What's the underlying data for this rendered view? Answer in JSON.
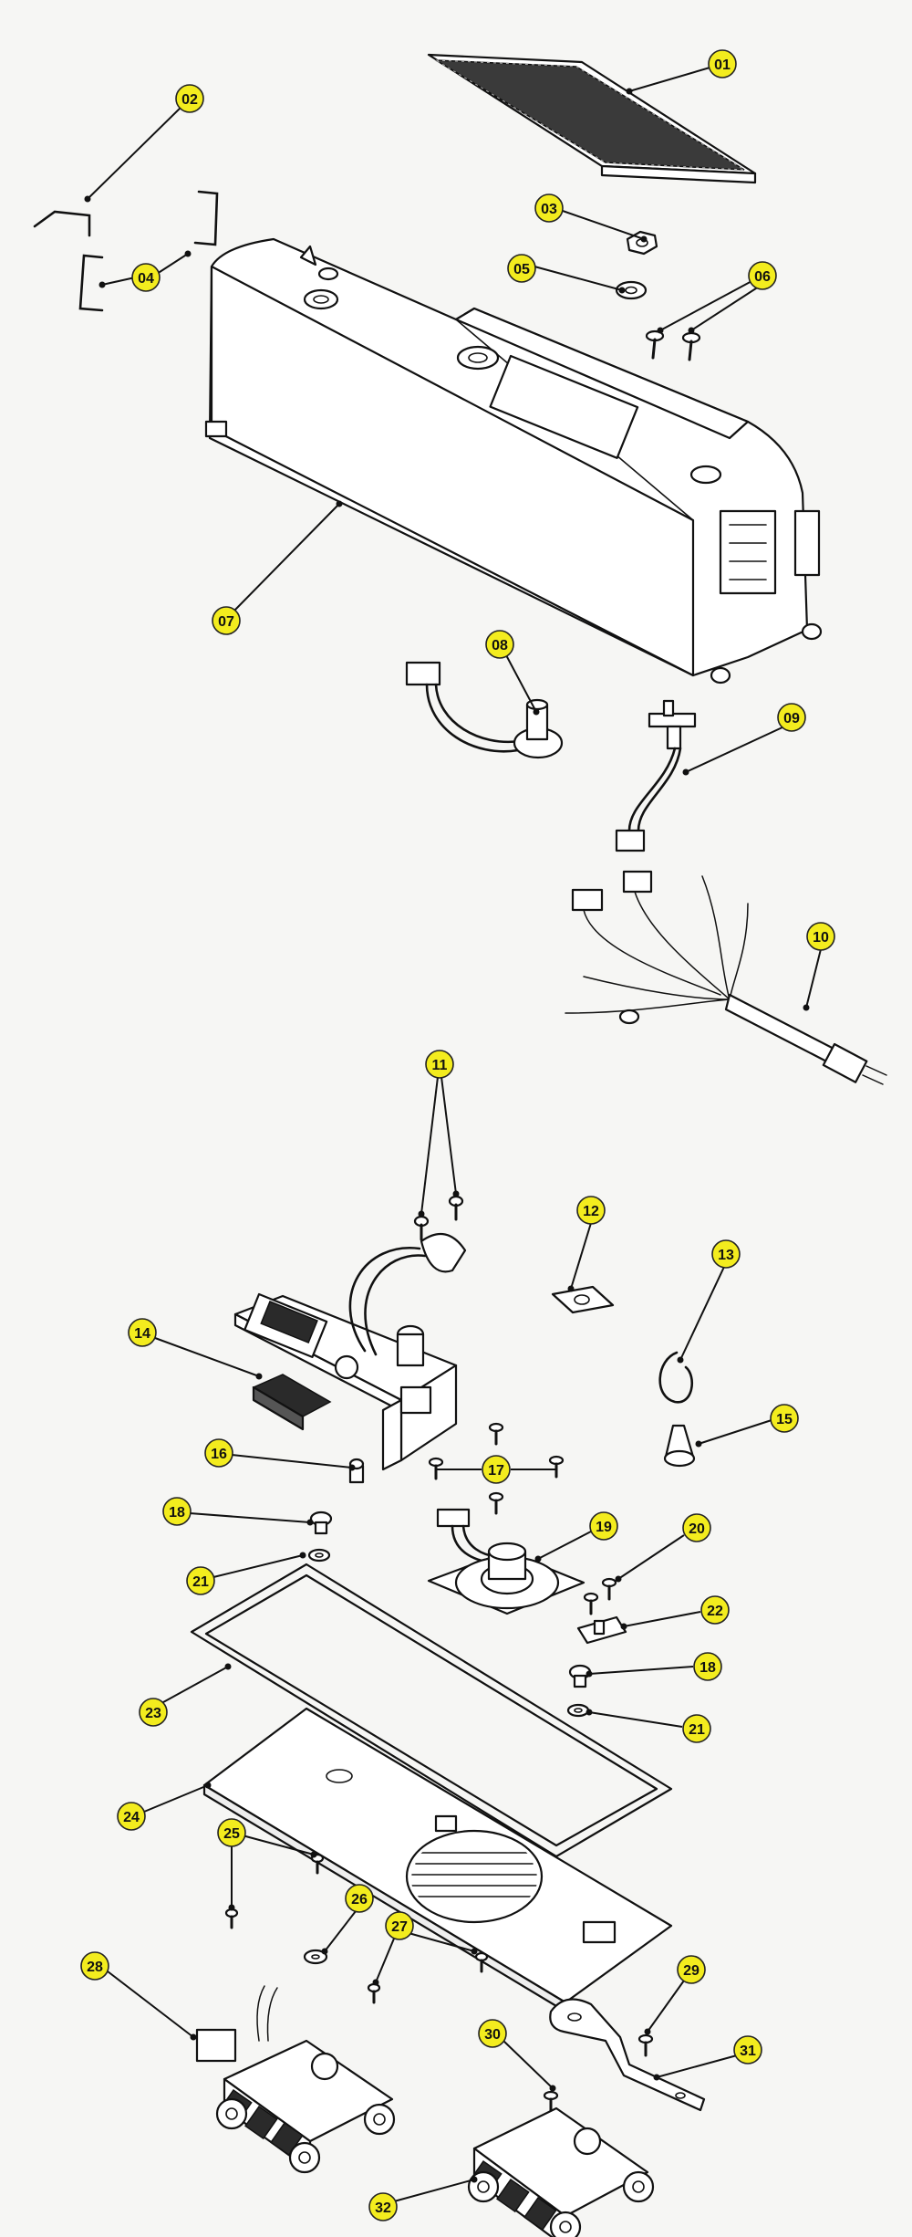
{
  "theme": {
    "callout_fill": "#f3ec1e",
    "callout_stroke": "#222222",
    "line_color": "#111111",
    "background": "#f6f6f4"
  },
  "callouts": [
    {
      "id": "01",
      "label": "01",
      "part": "speaker-grille-mesh"
    },
    {
      "id": "02",
      "label": "02",
      "part": "grab-iron-left"
    },
    {
      "id": "03",
      "label": "03",
      "part": "hex-nut"
    },
    {
      "id": "04",
      "label": "04",
      "part": "grab-iron-pair"
    },
    {
      "id": "05",
      "label": "05",
      "part": "washer"
    },
    {
      "id": "06",
      "label": "06",
      "part": "screw-pair-top"
    },
    {
      "id": "07",
      "label": "07",
      "part": "tender-shell"
    },
    {
      "id": "08",
      "label": "08",
      "part": "smoke-unit-harness"
    },
    {
      "id": "09",
      "label": "09",
      "part": "switch-harness"
    },
    {
      "id": "10",
      "label": "10",
      "part": "tether-cable"
    },
    {
      "id": "11",
      "label": "11",
      "part": "board-screws"
    },
    {
      "id": "12",
      "label": "12",
      "part": "mounting-plate"
    },
    {
      "id": "13",
      "label": "13",
      "part": "retaining-clip"
    },
    {
      "id": "14",
      "label": "14",
      "part": "foam-pad"
    },
    {
      "id": "15",
      "label": "15",
      "part": "wire-nut"
    },
    {
      "id": "16",
      "label": "16",
      "part": "bulb"
    },
    {
      "id": "17",
      "label": "17",
      "part": "speaker-screws"
    },
    {
      "id": "18",
      "label": "18",
      "part": "truck-pivot-screw"
    },
    {
      "id": "19",
      "label": "19",
      "part": "speaker"
    },
    {
      "id": "20",
      "label": "20",
      "part": "bracket-screws"
    },
    {
      "id": "21",
      "label": "21",
      "part": "truck-washer"
    },
    {
      "id": "22",
      "label": "22",
      "part": "coupler-bracket"
    },
    {
      "id": "23",
      "label": "23",
      "part": "gasket-frame"
    },
    {
      "id": "24",
      "label": "24",
      "part": "chassis-floor"
    },
    {
      "id": "25",
      "label": "25",
      "part": "chassis-screws-left"
    },
    {
      "id": "26",
      "label": "26",
      "part": "floor-washer"
    },
    {
      "id": "27",
      "label": "27",
      "part": "chassis-screws-mid"
    },
    {
      "id": "28",
      "label": "28",
      "part": "front-truck-with-coupler"
    },
    {
      "id": "29",
      "label": "29",
      "part": "pickup-screw"
    },
    {
      "id": "30",
      "label": "30",
      "part": "truck-screw"
    },
    {
      "id": "31",
      "label": "31",
      "part": "pickup-arm"
    },
    {
      "id": "32",
      "label": "32",
      "part": "rear-truck"
    }
  ]
}
